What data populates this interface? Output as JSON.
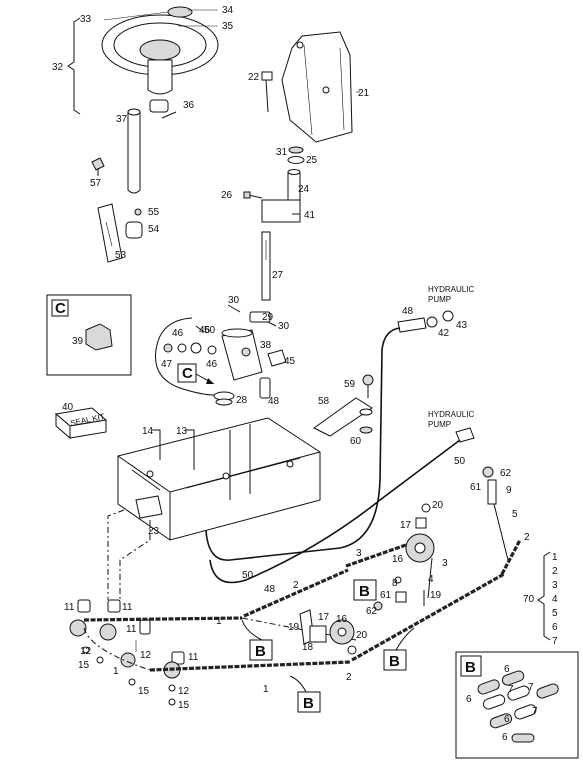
{
  "callouts": {
    "p1": "1",
    "p2": "2",
    "p3": "3",
    "p4": "4",
    "p5": "5",
    "p6": "6",
    "p7": "7",
    "p8": "8",
    "p9": "9",
    "p11": "11",
    "p12": "12",
    "p13": "13",
    "p14": "14",
    "p15": "15",
    "p16": "16",
    "p17": "17",
    "p18": "18",
    "p19": "19",
    "p20": "20",
    "p21": "21",
    "p22": "22",
    "p23": "23",
    "p24": "24",
    "p25": "25",
    "p26": "26",
    "p27": "27",
    "p28": "28",
    "p29": "29",
    "p30": "30",
    "p31": "31",
    "p32": "32",
    "p33": "33",
    "p34": "34",
    "p35": "35",
    "p36": "36",
    "p37": "37",
    "p38": "38",
    "p39": "39",
    "p40": "40",
    "p41": "41",
    "p42": "42",
    "p43": "43",
    "p45": "45",
    "p46": "46",
    "p47": "47",
    "p48": "48",
    "p50": "50",
    "p53": "53",
    "p54": "54",
    "p55": "55",
    "p57": "57",
    "p58": "58",
    "p59": "59",
    "p60": "60",
    "p61": "61",
    "p62": "62",
    "p70": "70"
  },
  "kit_list": [
    "1",
    "2",
    "3",
    "4",
    "5",
    "6",
    "7"
  ],
  "captions": {
    "hydraulic_pump_1": [
      "HYDRAULIC",
      "PUMP"
    ],
    "hydraulic_pump_2": [
      "HYDRAULIC",
      "PUMP"
    ],
    "seal_kit": "SEAL KIT"
  },
  "detail_boxes": {
    "C": "C",
    "B": "B"
  }
}
